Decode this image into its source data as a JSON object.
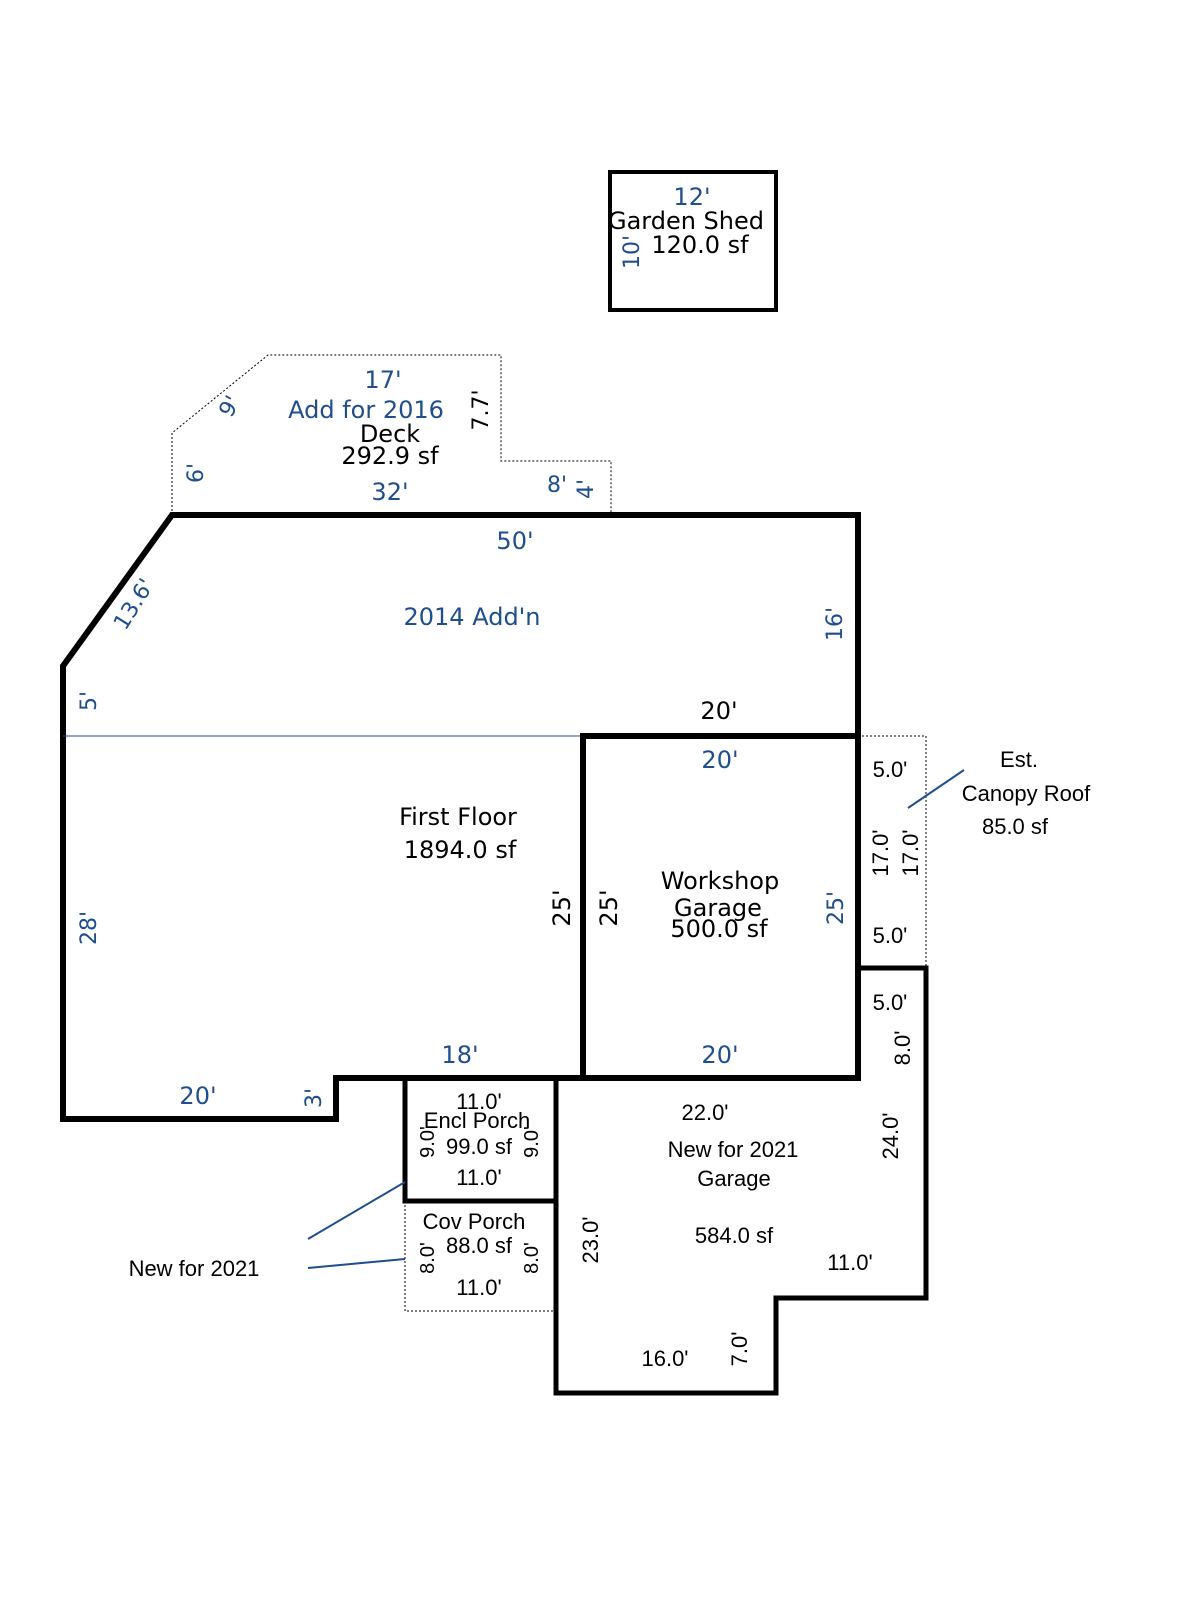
{
  "colors": {
    "wall": "#000000",
    "label_blue": "#1f4e8c",
    "dim_black": "#000000",
    "leader": "#1f4e8c"
  },
  "garden_shed": {
    "title": "Garden Shed",
    "area": "120.0 sf",
    "dim_top": "12'",
    "dim_side": "10'"
  },
  "deck": {
    "note": "Add for 2016",
    "title": "Deck",
    "area": "292.9 sf",
    "dim_top": "17'",
    "dim_diag": "9'",
    "dim_left": "6'",
    "dim_bottom": "32'",
    "dim_step": "7.7'",
    "dim_step_bottom": "8'",
    "dim_step_right": "4'"
  },
  "addition_2014": {
    "title": "2014 Add'n",
    "dim_top": "50'",
    "dim_diag": "13.6'",
    "dim_left": "5'",
    "dim_right": "16'",
    "dim_bottom": "20'"
  },
  "first_floor": {
    "title": "First Floor",
    "area": "1894.0 sf",
    "dim_left": "28'",
    "dim_bottom_left": "20'",
    "dim_notch": "3'",
    "dim_bottom_right": "18'",
    "dim_right": "25'"
  },
  "workshop_garage": {
    "title_line1": "Workshop",
    "title_line2": "Garage",
    "area": "500.0 sf",
    "dim_top": "20'",
    "dim_bottom": "20'",
    "dim_left": "25'",
    "dim_right": "25'"
  },
  "canopy": {
    "label_line1": "Est.",
    "label_line2": "Canopy Roof",
    "area": "85.0 sf",
    "dim_top": "5.0'",
    "dim_bottom": "5.0'",
    "dim_left": "17.0'",
    "dim_right": "17.0'"
  },
  "encl_porch": {
    "title": "Encl Porch",
    "area": "99.0 sf",
    "dim_top": "11.0'",
    "dim_bottom": "11.0'",
    "dim_left": "9.0'",
    "dim_right": "9.0'"
  },
  "cov_porch": {
    "title": "Cov Porch",
    "area": "88.0 sf",
    "dim_bottom": "11.0'",
    "dim_left": "8.0'",
    "dim_right": "8.0'"
  },
  "new_garage": {
    "note": "New for 2021",
    "title": "Garage",
    "area": "584.0 sf",
    "dim_top": "22.0'",
    "dim_left": "23.0'",
    "dim_right": "24.0'",
    "dim_top_right": "5.0'",
    "dim_right_upper": "8.0'",
    "dim_step": "11.0'",
    "dim_bottom": "16.0'",
    "dim_step_vert": "7.0'"
  },
  "callout": {
    "label": "New for 2021"
  }
}
